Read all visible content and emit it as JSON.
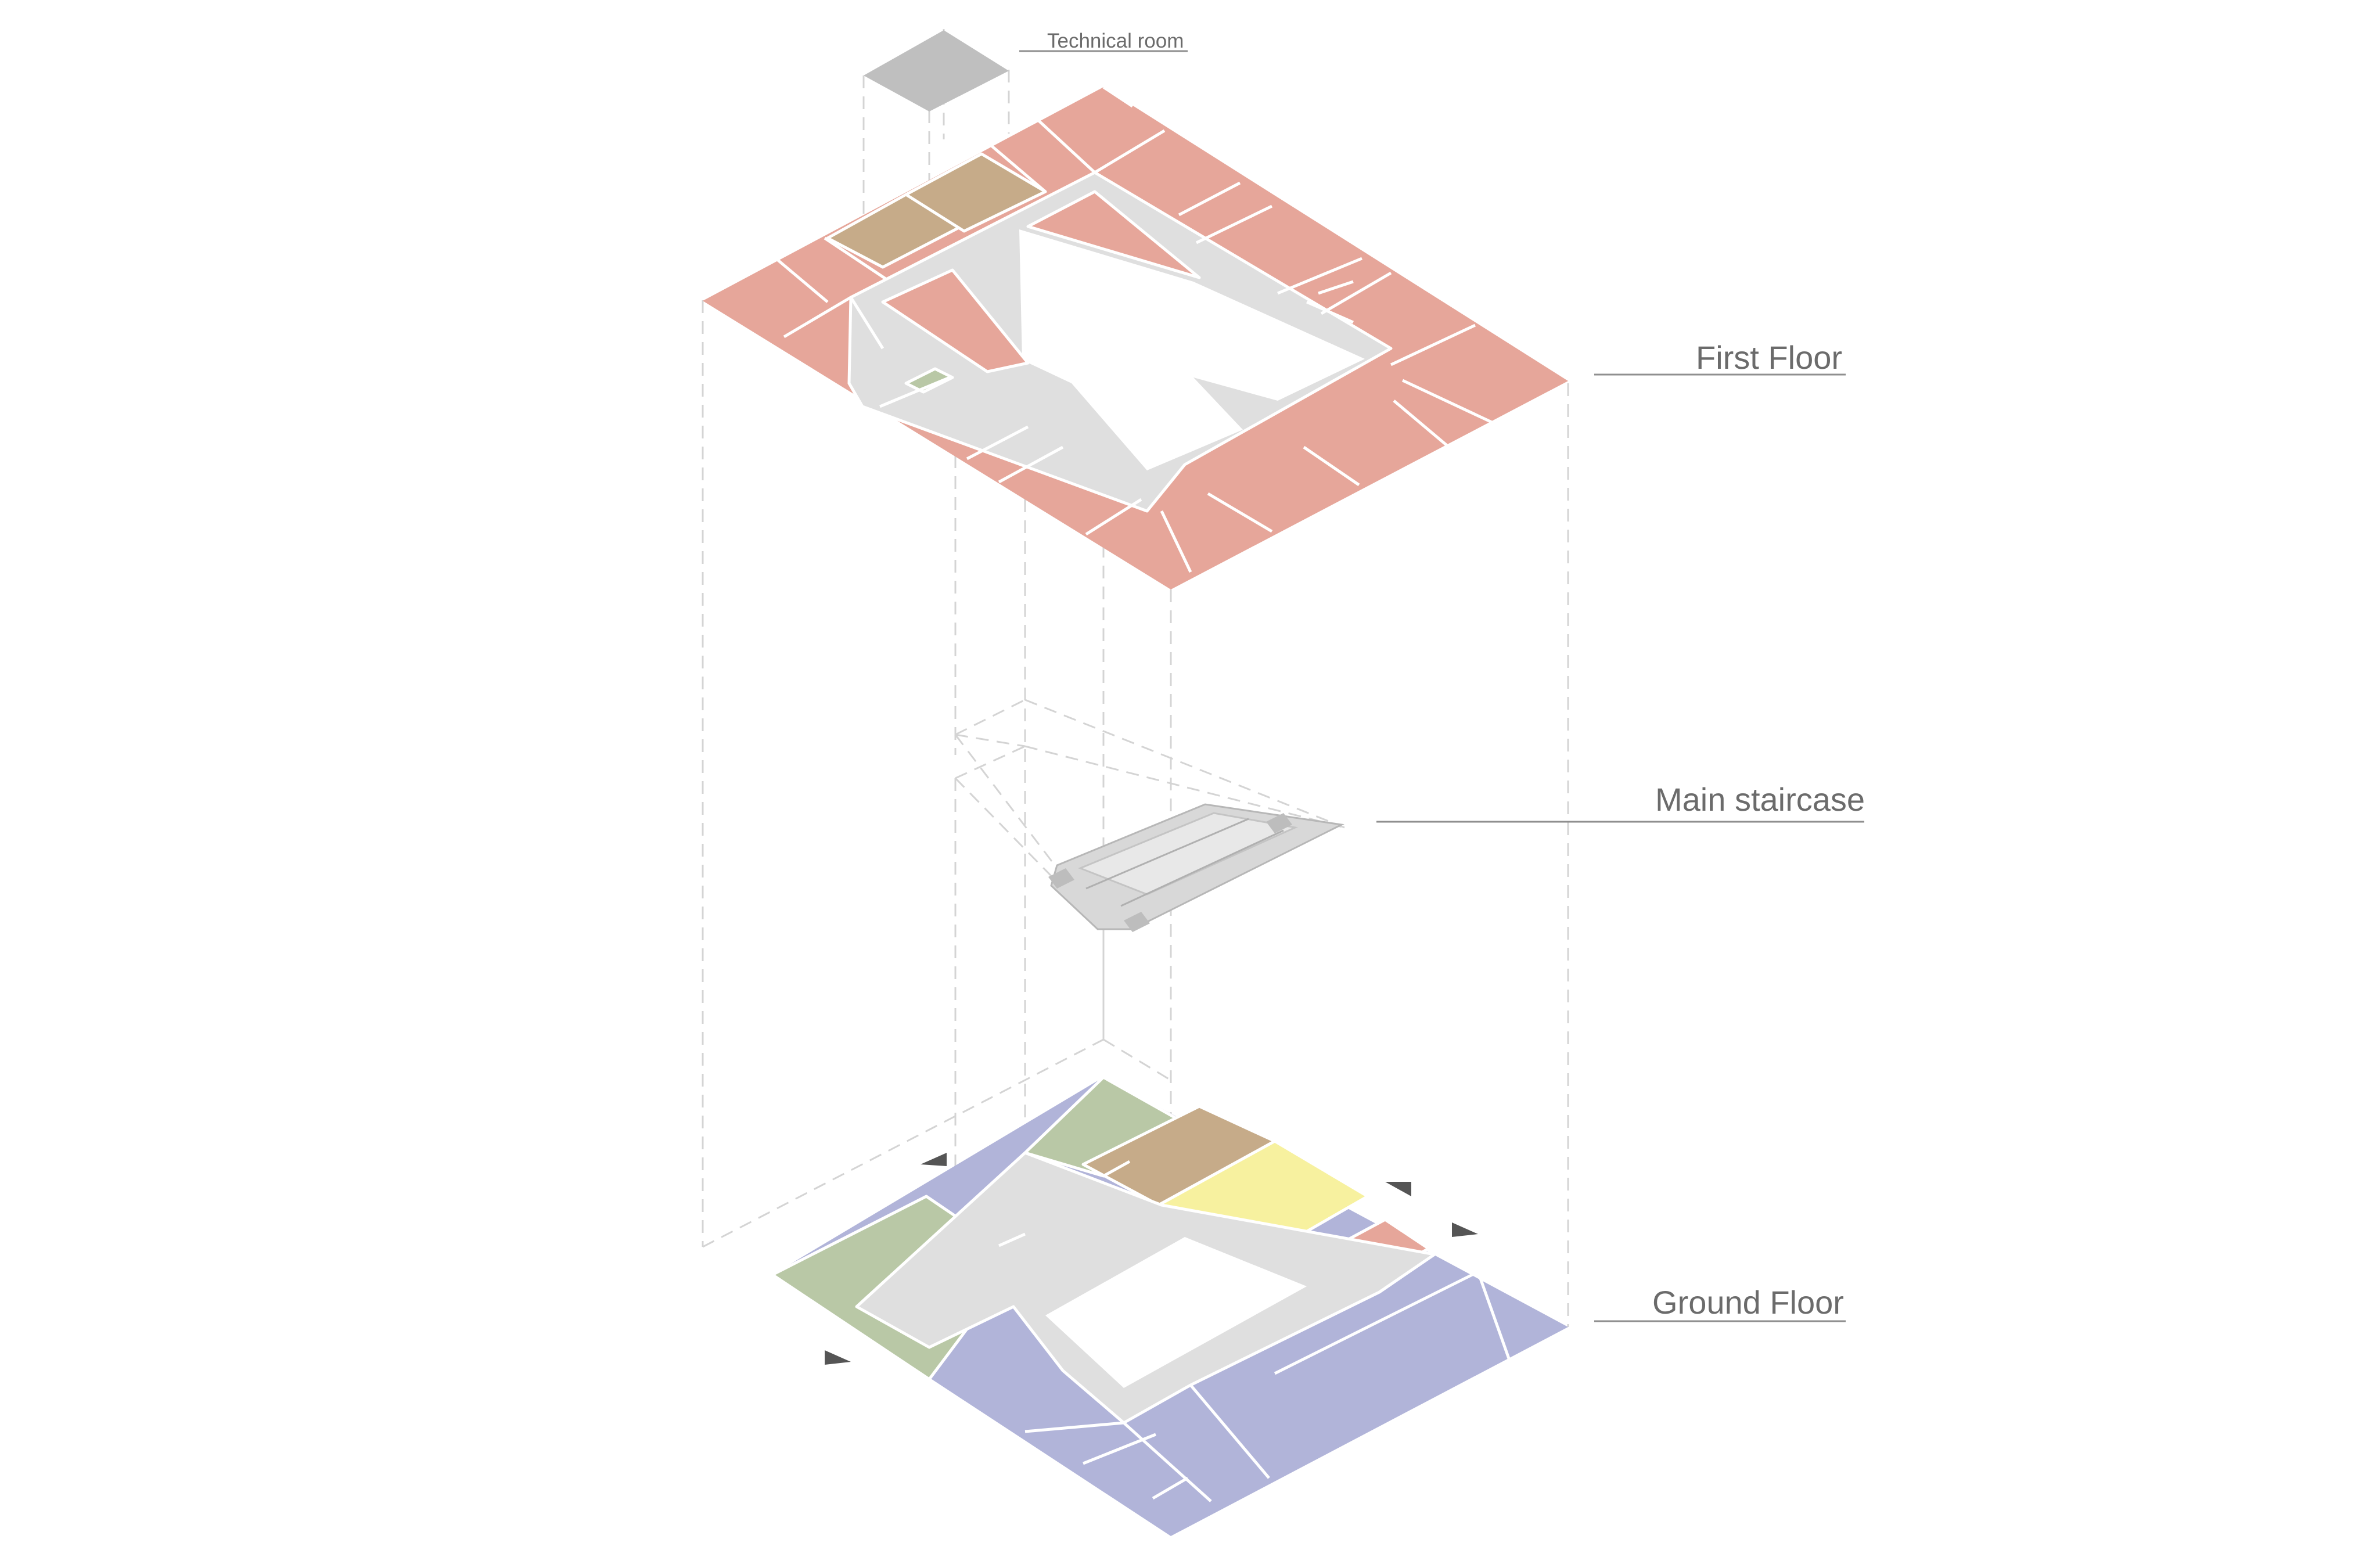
{
  "labels": {
    "technical_room": "Technical room",
    "first_floor": "First Floor",
    "main_staircase": "Main staircase",
    "ground_floor": "Ground Floor"
  },
  "colors": {
    "background": "#ffffff",
    "label_text": "#6b6b6b",
    "first_floor_rooms": "#e6a69a",
    "service_rooms": "#c6ab89",
    "green_rooms": "#b9c8a6",
    "yellow_rooms": "#f7f19f",
    "blue_rooms": "#b1b4d9",
    "corridor": "#dfdfdf",
    "technical_room": "#bfbfbf",
    "entrance_markers": "#555555",
    "projection_lines": "#d4d4d4"
  }
}
